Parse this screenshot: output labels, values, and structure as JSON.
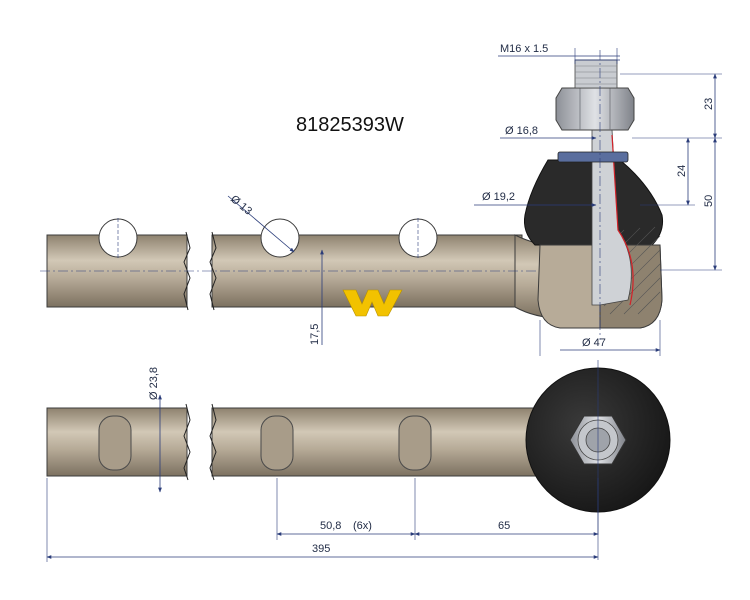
{
  "part_number": "81825393W",
  "dimensions": {
    "thread": "M16 x 1.5",
    "cap_height": "23",
    "cone_diameter": "Ø 16,8",
    "body_height": "24",
    "total_height": "50",
    "boot_diameter": "Ø 19,2",
    "head_diameter": "Ø 47",
    "hole_diameter": "Ø 13",
    "offset": "17,5",
    "shaft_diameter": "Ø 23,8",
    "hole_pitch": "50,8",
    "hole_count": "(6x)",
    "head_offset": "65",
    "total_length": "395"
  },
  "colors": {
    "shaft": "#b7ab98",
    "shaft_dark": "#8e826f",
    "head": "#222222",
    "nut": "#b9bcc2",
    "logo": "#f2c200",
    "dimension": "#2b3d7a"
  }
}
